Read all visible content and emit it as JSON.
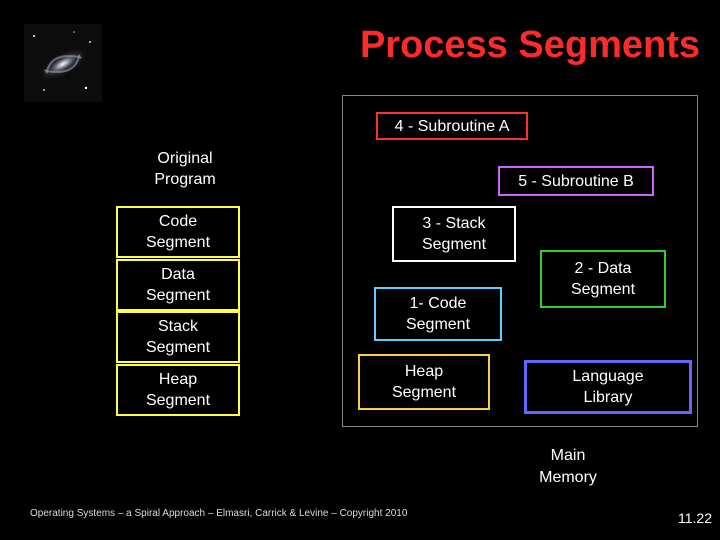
{
  "title": "Process Segments",
  "original_program": {
    "label": "Original\nProgram",
    "segments": [
      "Code\nSegment",
      "Data\nSegment",
      "Stack\nSegment",
      "Heap\nSegment"
    ]
  },
  "memory": {
    "blocks": {
      "subroutine_a": "4 - Subroutine A",
      "subroutine_b": "5 - Subroutine B",
      "stack": "3 - Stack\nSegment",
      "data": "2 - Data\nSegment",
      "code": "1- Code\nSegment",
      "heap": "Heap\nSegment",
      "library": "Language\nLibrary"
    },
    "label": "Main\nMemory"
  },
  "colors": {
    "title": "#ff2a2a",
    "subroutine_a": "#ff3030",
    "subroutine_b": "#cc66ff",
    "stack": "#ffffff",
    "data": "#33cc33",
    "code": "#66ccff",
    "heap": "#ffcc44",
    "library": "#6666ff",
    "original": "#ffff44"
  },
  "footer": "Operating Systems – a Spiral Approach – Elmasri, Carrick & Levine – Copyright 2010",
  "page_number": "11.22"
}
